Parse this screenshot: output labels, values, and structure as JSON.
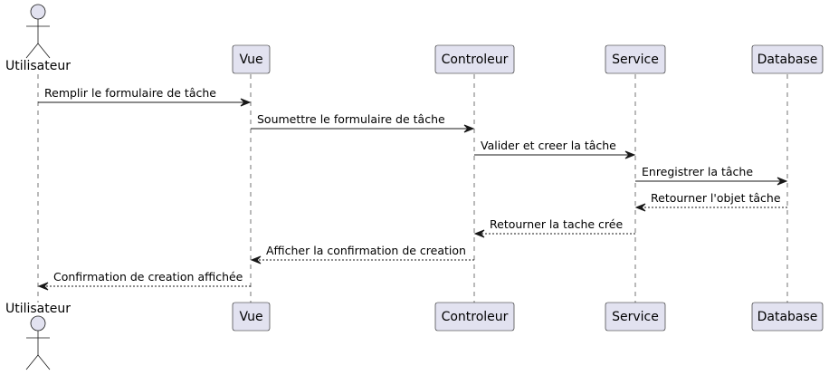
{
  "participants": [
    {
      "id": "utilisateur",
      "label": "Utilisateur",
      "kind": "actor"
    },
    {
      "id": "vue",
      "label": "Vue",
      "kind": "participant"
    },
    {
      "id": "controleur",
      "label": "Controleur",
      "kind": "participant"
    },
    {
      "id": "service",
      "label": "Service",
      "kind": "participant"
    },
    {
      "id": "database",
      "label": "Database",
      "kind": "participant"
    }
  ],
  "messages": [
    {
      "from": "utilisateur",
      "to": "vue",
      "label": "Remplir le formulaire de tâche",
      "style": "solid"
    },
    {
      "from": "vue",
      "to": "controleur",
      "label": "Soumettre le formulaire de tâche",
      "style": "solid"
    },
    {
      "from": "controleur",
      "to": "service",
      "label": "Valider et creer la tâche",
      "style": "solid"
    },
    {
      "from": "service",
      "to": "database",
      "label": "Enregistrer la tâche",
      "style": "solid"
    },
    {
      "from": "database",
      "to": "service",
      "label": "Retourner l'objet tâche",
      "style": "dashed"
    },
    {
      "from": "service",
      "to": "controleur",
      "label": "Retourner la tache crée",
      "style": "dashed"
    },
    {
      "from": "controleur",
      "to": "vue",
      "label": "Afficher la confirmation de creation",
      "style": "dashed"
    },
    {
      "from": "vue",
      "to": "utilisateur",
      "label": "Confirmation de creation affichée",
      "style": "dashed"
    }
  ],
  "colors": {
    "box_fill": "#e2e2f0",
    "stroke": "#181818",
    "text": "#000000"
  }
}
